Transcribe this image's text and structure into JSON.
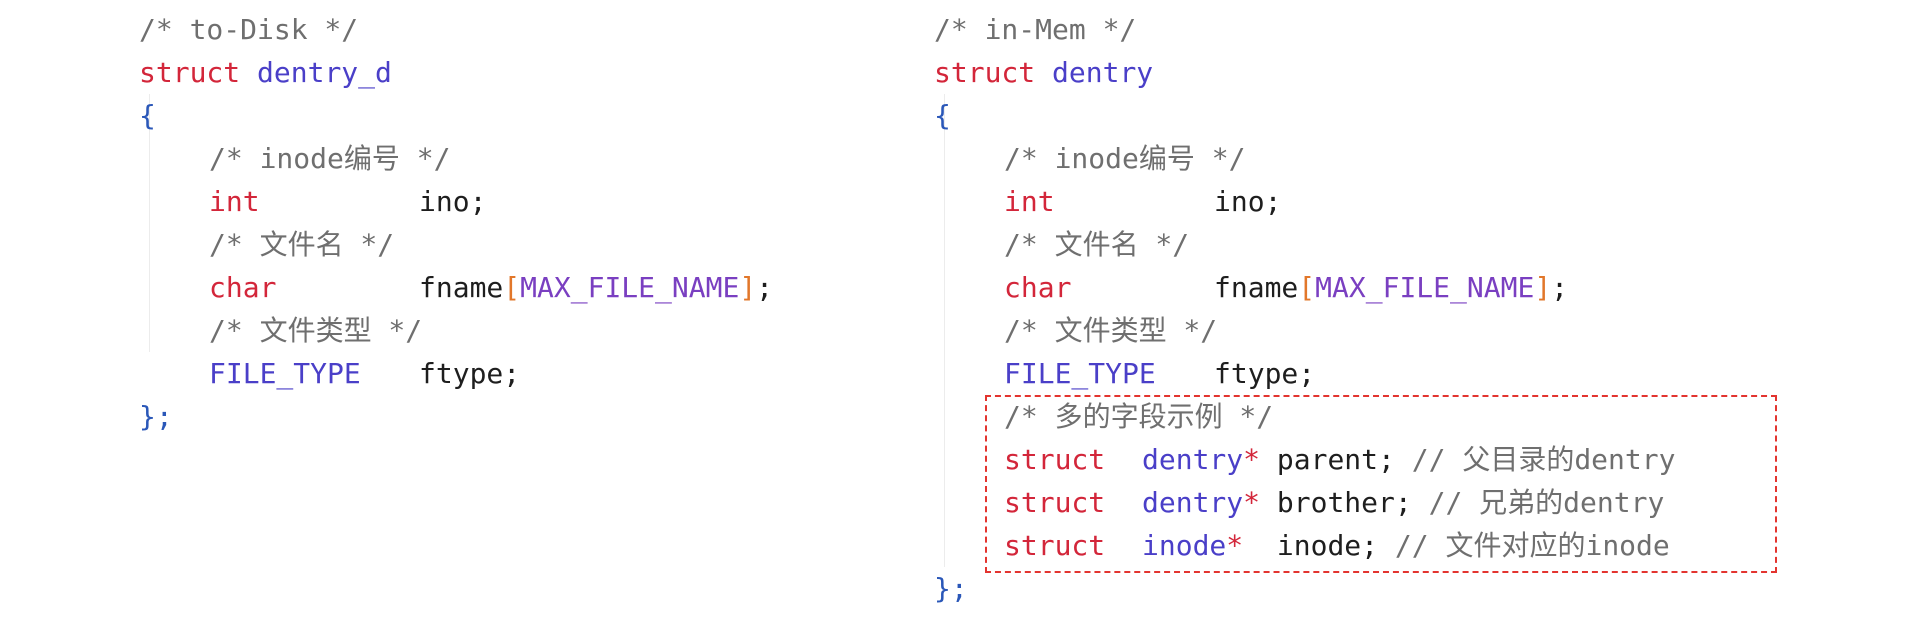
{
  "left": {
    "header_comment": "/* to-Disk */",
    "struct_kw": "struct",
    "struct_name": "dentry_d",
    "open_brace": "{",
    "close_brace": "};",
    "fields": [
      {
        "comment": "/* inode编号 */",
        "type": "int",
        "name": "ino",
        "end": ";"
      },
      {
        "comment": "/* 文件名 */",
        "type": "char",
        "name": "fname",
        "bracket_open": "[",
        "array_size": "MAX_FILE_NAME",
        "bracket_close": "]",
        "end": ";"
      },
      {
        "comment": "/* 文件类型 */",
        "type": "FILE_TYPE",
        "name": "ftype",
        "end": ";"
      }
    ]
  },
  "right": {
    "header_comment": "/* in-Mem */",
    "struct_kw": "struct",
    "struct_name": "dentry",
    "open_brace": "{",
    "close_brace": "};",
    "fields": [
      {
        "comment": "/* inode编号 */",
        "type": "int",
        "name": "ino",
        "end": ";"
      },
      {
        "comment": "/* 文件名 */",
        "type": "char",
        "name": "fname",
        "bracket_open": "[",
        "array_size": "MAX_FILE_NAME",
        "bracket_close": "]",
        "end": ";"
      },
      {
        "comment": "/* 文件类型 */",
        "type": "FILE_TYPE",
        "name": "ftype",
        "end": ";"
      }
    ],
    "extra_comment": "/* 多的字段示例 */",
    "extra_fields": [
      {
        "kw": "struct",
        "type": "dentry",
        "ptr": "*",
        "name": "parent",
        "end": ";",
        "comment": "// 父目录的dentry"
      },
      {
        "kw": "struct",
        "type": "dentry",
        "ptr": "*",
        "name": "brother",
        "end": ";",
        "comment": "// 兄弟的dentry"
      },
      {
        "kw": "struct",
        "type": "inode",
        "ptr": "*",
        "name": "inode",
        "end": ";",
        "comment": "// 文件对应的inode"
      }
    ]
  },
  "colors": {
    "keyword": "#d3263a",
    "type": "#6b3fb5",
    "comment": "#6f6f6f",
    "brace": "#2a57b8",
    "bracket": "#e2772a",
    "highlight_border": "#e3342f"
  }
}
